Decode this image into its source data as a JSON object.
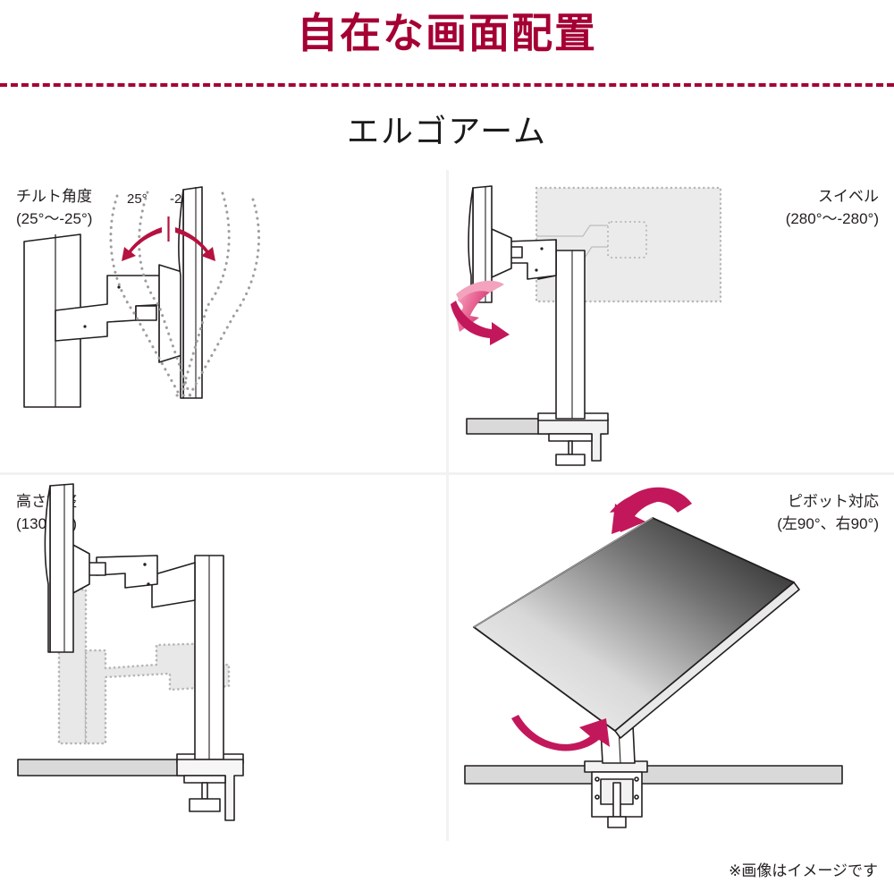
{
  "header": {
    "title": "自在な画面配置",
    "subtitle": "エルゴアーム",
    "title_color": "#a50034",
    "divider_color": "#a50034"
  },
  "panels": {
    "tilt": {
      "label": "チルト角度\n(25°〜-25°)",
      "angle_positive": "25°",
      "angle_negative": "-25°",
      "arrow_color": "#b5123f",
      "ghost_color": "#b3b3b3"
    },
    "swivel": {
      "label": "スイベル\n(280°〜-280°)",
      "arrow_color_start": "#f19ab5",
      "arrow_color_end": "#c2185b",
      "ghost_fill": "#ebebeb",
      "ghost_stroke": "#b3b3b3"
    },
    "height": {
      "label": "高さ調整\n(130mm)",
      "ghost_fill": "#e8e8e8",
      "ghost_stroke": "#b3b3b3"
    },
    "pivot": {
      "label": "ピボット対応\n(左90°、右90°)",
      "arrow_color": "#c2185b",
      "screen_dark": "#1b1b1b",
      "screen_light": "#f2f2f2"
    }
  },
  "footer": {
    "note": "※画像はイメージです"
  },
  "colors": {
    "background": "#ffffff",
    "outline": "#231f20",
    "panel_divider": "#f2f2f2",
    "desk_fill": "#d9d9d9"
  }
}
